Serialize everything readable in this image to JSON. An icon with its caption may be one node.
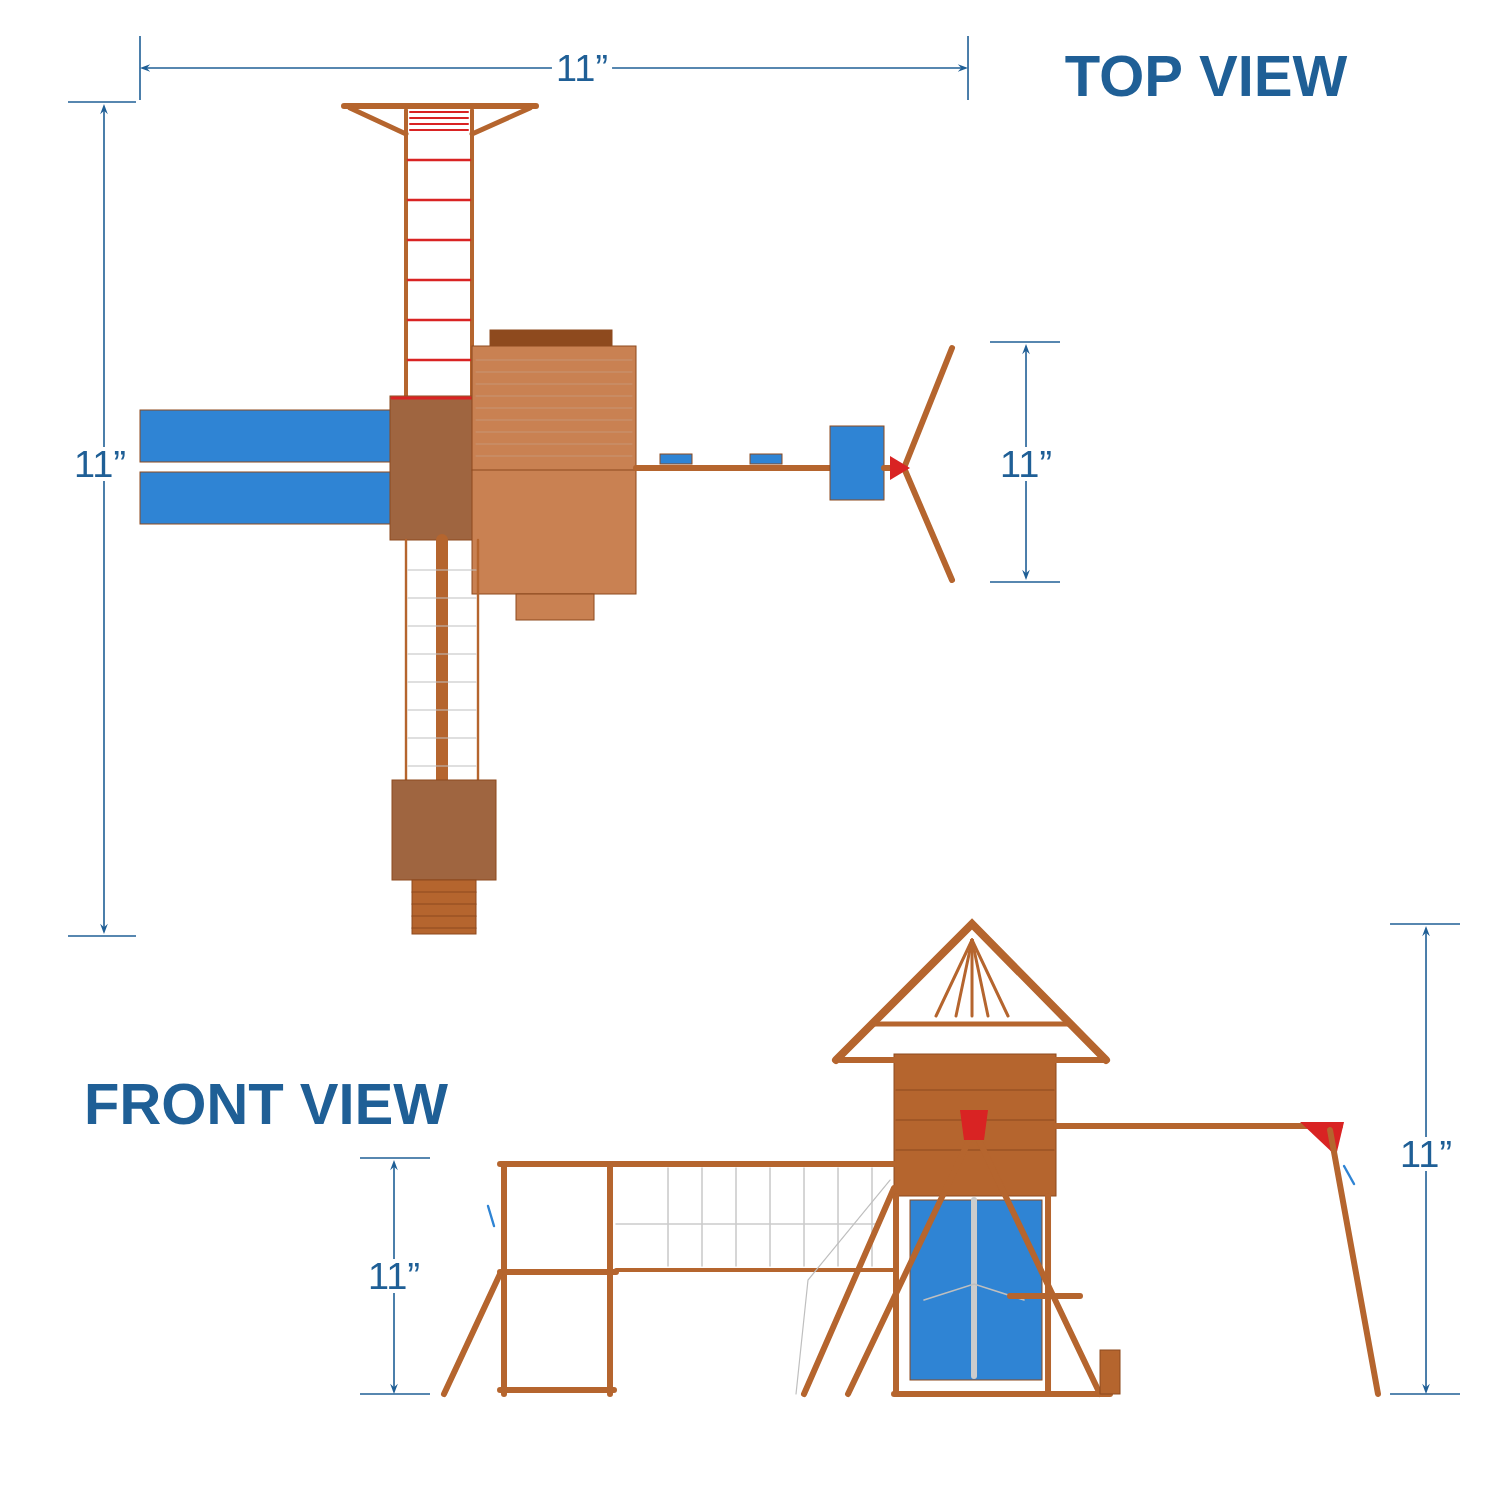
{
  "diagram": {
    "labels": [
      "11”",
      "TOP VIEW",
      "11”",
      "11”",
      "FRONT VIEW",
      "11”",
      "11”"
    ]
  }
}
